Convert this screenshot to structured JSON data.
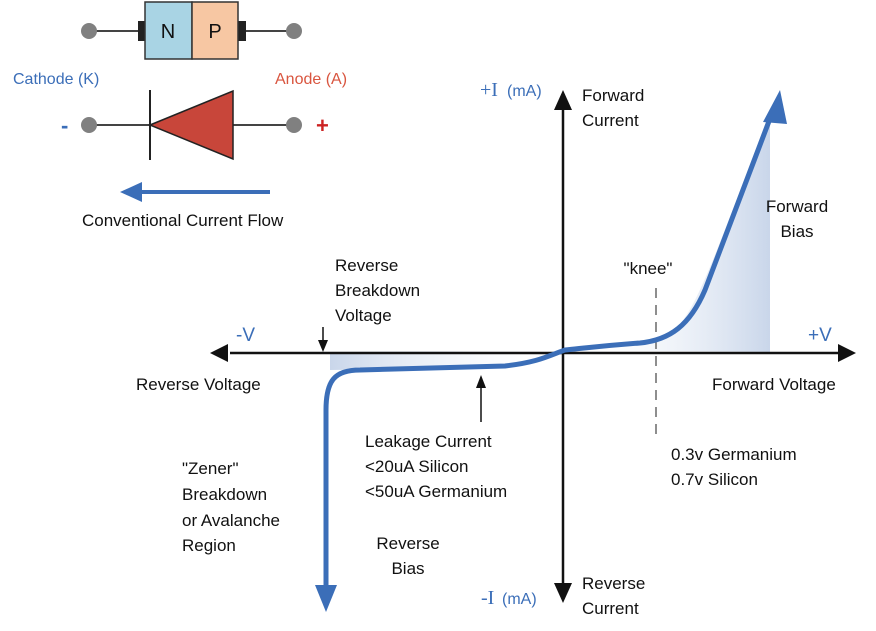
{
  "diode": {
    "n_label": "N",
    "p_label": "P",
    "cathode_label": "Cathode (K)",
    "anode_label": "Anode (A)",
    "minus_sign": "-",
    "plus_sign": "+",
    "flow_label": "Conventional Current Flow"
  },
  "axes": {
    "y_pos_symbol": "+I",
    "y_pos_unit": "(mA)",
    "y_neg_symbol": "-I",
    "y_neg_unit": "(mA)",
    "x_pos_symbol": "+V",
    "x_neg_symbol": "-V",
    "forward_current": [
      "Forward",
      "Current"
    ],
    "reverse_current": [
      "Reverse",
      "Current"
    ],
    "forward_voltage": "Forward Voltage",
    "reverse_voltage": "Reverse Voltage"
  },
  "annotations": {
    "forward_bias": [
      "Forward",
      "Bias"
    ],
    "reverse_bias": [
      "Reverse",
      "Bias"
    ],
    "knee": "\"knee\"",
    "breakdown_voltage": [
      "Reverse",
      "Breakdown",
      "Voltage"
    ],
    "leakage": [
      "Leakage Current",
      "<20uA Silicon",
      "<50uA Germanium"
    ],
    "threshold": [
      "0.3v Germanium",
      "0.7v Silicon"
    ],
    "zener": [
      "\"Zener\"",
      "Breakdown",
      "or Avalanche",
      "Region"
    ]
  },
  "colors": {
    "curve": "#3b6eb8",
    "n_region": "#a9d4e4",
    "p_region": "#f7c7a3",
    "diode_triangle": "#c8463a",
    "label_blue": "#3b6eb8",
    "label_red": "#d9553f",
    "shading": "#dbe4f1"
  }
}
